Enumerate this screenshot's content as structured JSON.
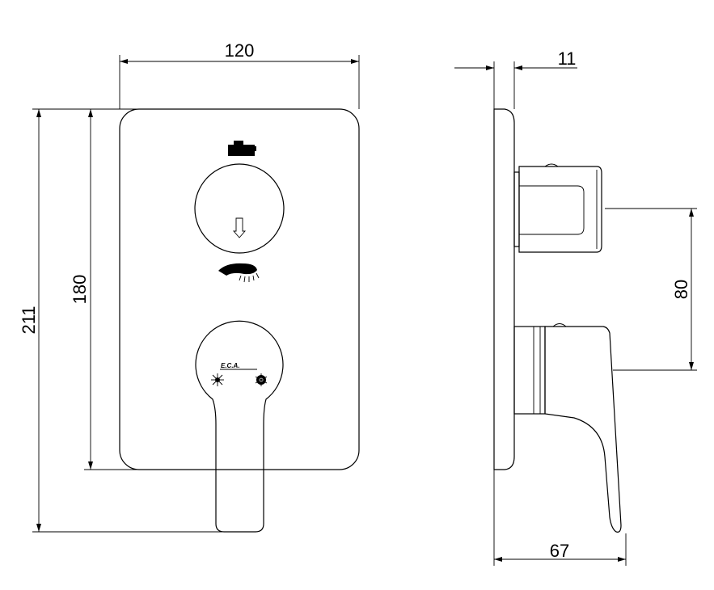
{
  "dimensions": {
    "front_width": "120",
    "front_plate_height": "180",
    "front_overall_height": "211",
    "side_plate_thickness": "11",
    "side_handle_spacing": "80",
    "side_depth": "67"
  },
  "brand": {
    "logo_text": "E.C.A."
  },
  "icons": {
    "top_symbol": "bathtub-faucet-icon",
    "diverter_arrow": "down-arrow-icon",
    "bottom_symbol": "hand-shower-icon",
    "hot_symbol": "sun-icon",
    "cold_symbol": "snowflake-icon"
  }
}
